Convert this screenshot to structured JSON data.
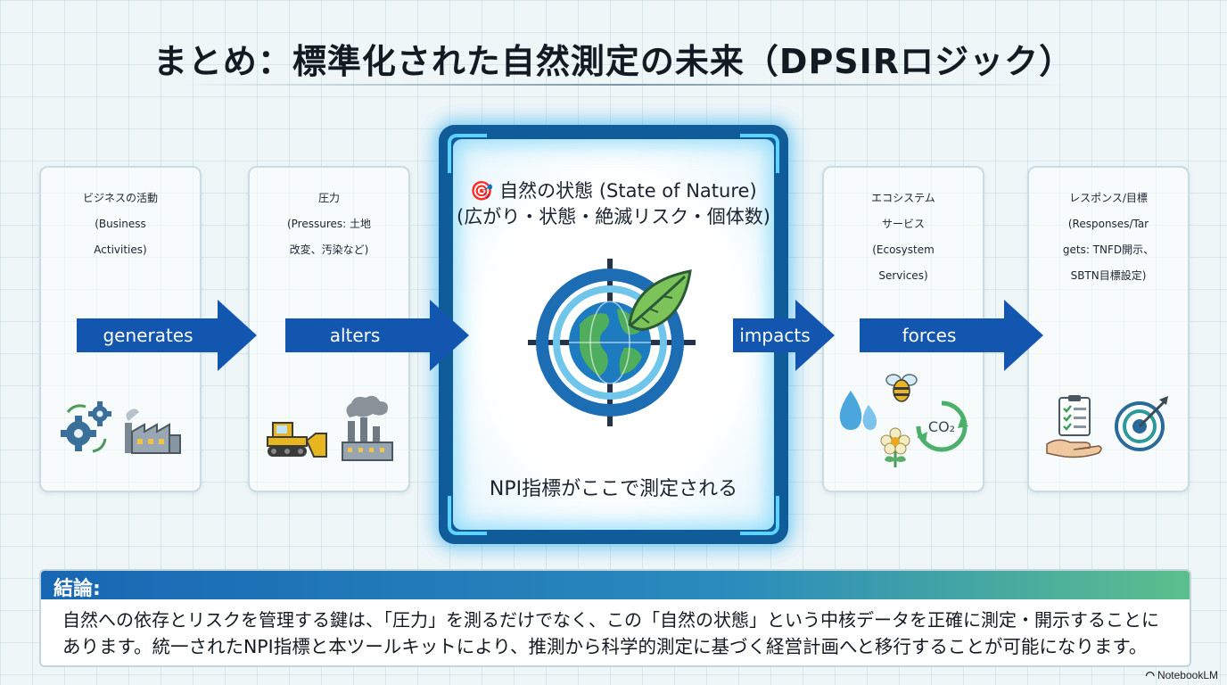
{
  "title": "まとめ：標準化された自然測定の未来（DPSIRロジック）",
  "cards": [
    {
      "id": "business",
      "lines": [
        "ビジネスの活動",
        "(Business",
        "Activities)"
      ]
    },
    {
      "id": "pressures",
      "lines": [
        "圧力",
        "(Pressures: 土地",
        "改変、汚染など)"
      ]
    },
    {
      "id": "ecosystem",
      "lines": [
        "エコシステム",
        "サービス",
        "(Ecosystem",
        "Services)"
      ]
    },
    {
      "id": "responses",
      "lines": [
        "レスポンス/目標",
        "(Responses/Tar",
        "gets: TNFD開示、",
        "SBTN目標設定)"
      ]
    }
  ],
  "center": {
    "title_line1": "🎯 自然の状態 (State of Nature)",
    "title_line2": "(広がり・状態・絶滅リスク・個体数)",
    "caption": "NPI指標がここで測定される"
  },
  "arrows": [
    "generates",
    "alters",
    "impacts",
    "forces"
  ],
  "icons": [
    "gears-icon",
    "factory-icon",
    "bulldozer-icon",
    "smokestack-factory-icon",
    "target-globe-leaf-icon",
    "water-drops-icon",
    "bee-icon",
    "flower-icon",
    "co2-cycle-icon",
    "checklist-hand-icon",
    "target-arrow-icon"
  ],
  "conclusion": {
    "heading": "結論:",
    "line1": "自然への依存とリスクを管理する鍵は、「圧力」を測るだけでなく、この「自然の状態」という中核データを正確に測定・開示することに",
    "line2": "あります。統一されたNPI指標と本ツールキットにより、推測から科学的測定に基づく経営計画へと移行することが可能になります。"
  },
  "brand": "NotebookLM",
  "colors": {
    "arrow": "#1256b0",
    "center_frame": "#0f5c98",
    "glow": "#5fd3ff",
    "header_gradient_end": "#5bbf8c"
  }
}
